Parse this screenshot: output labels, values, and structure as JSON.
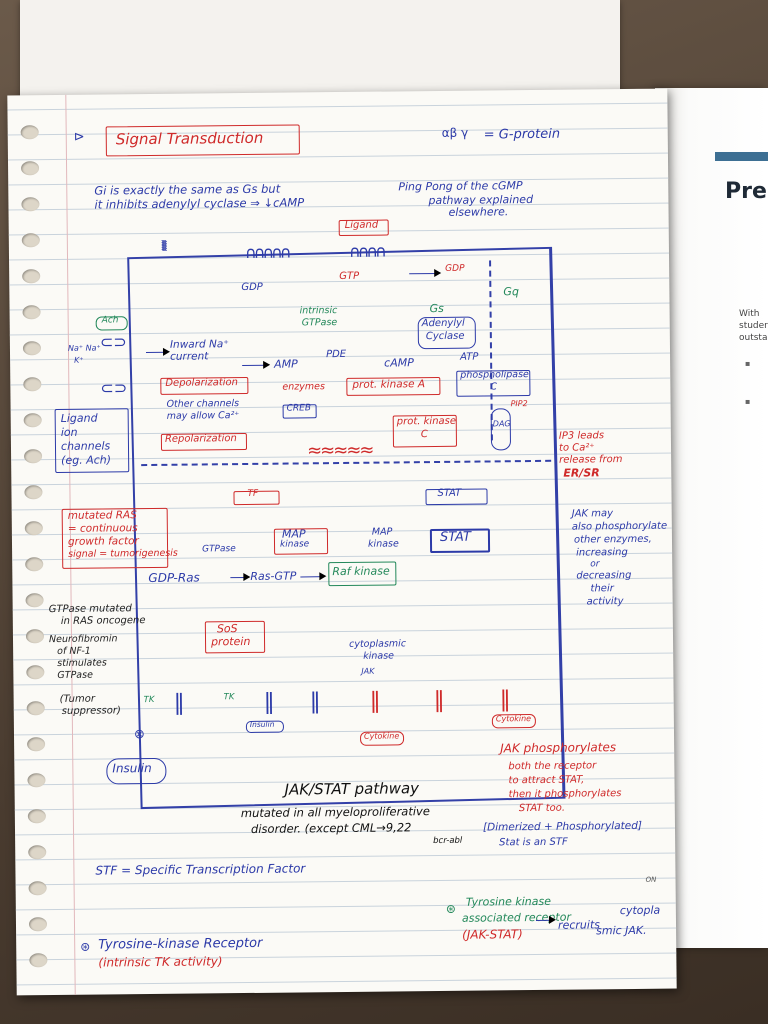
{
  "colors": {
    "red_ink": "#cf2a2a",
    "blue_ink": "#2c3aa8",
    "green_ink": "#23885a",
    "paper": "#fbfaf6",
    "right_bar": "#3d6f93"
  },
  "right_page": {
    "heading": "Pre",
    "line1": "With",
    "line2": "studer",
    "line3": "outsta"
  },
  "notes": {
    "title": "Signal Transduction",
    "g_protein": "= G-protein",
    "gi_line1": "Gi is exactly the same as Gs but",
    "gi_line2": "it inhibits adenylyl cyclase ⇒ ↓cAMP",
    "pingpong_line1": "Ping Pong of the cGMP",
    "pingpong_line2": "pathway explained",
    "pingpong_line3": "elsewhere.",
    "ligand": "Ligand",
    "gdp": "GDP",
    "gtp": "GTP",
    "gdp2": "GDP",
    "intrinsic_line1": "intrinsic",
    "intrinsic_line2": "GTPase",
    "gs": "Gs",
    "gq": "Gq",
    "ach": "Ach",
    "na_k_line1": "Na⁺ Na⁺",
    "na_k_line2": "K⁺",
    "inward_line1": "Inward Na⁺",
    "inward_line2": "current",
    "adenylyl_line1": "Adenylyl",
    "adenylyl_line2": "Cyclase",
    "amp": "AMP",
    "pde": "PDE",
    "camp": "cAMP",
    "atp": "ATP",
    "depolarization": "Depolarization",
    "other_channels_line1": "Other channels",
    "other_channels_line2": "may allow Ca²⁺",
    "enzymes": "enzymes",
    "pka": "prot. kinase A",
    "phospholipase_line1": "phospholipase",
    "phospholipase_line2": "C",
    "ligand_ion_line1": "Ligand",
    "ligand_ion_line2": "ion",
    "ligand_ion_line3": "channels",
    "ligand_ion_line4": "(eg. Ach)",
    "creb": "CREB",
    "repolarization": "Repolarization",
    "pkc_line1": "prot. kinase",
    "pkc_line2": "C",
    "dag": "DAG",
    "pip2": "PIP2",
    "ip3_line1": "IP3 leads",
    "ip3_line2": "to Ca²⁺",
    "ip3_line3": "release from",
    "ip3_line4": "ER/SR",
    "stat_top": "STAT",
    "stat_mid": "STAT",
    "jak_may_line1": "JAK may",
    "jak_may_line2": "also phosphorylate",
    "jak_may_line3": "other enzymes,",
    "jak_may_line4": "increasing",
    "jak_may_line5": "or",
    "jak_may_line6": "decreasing",
    "jak_may_line7": "their",
    "jak_may_line8": "activity",
    "mutated_ras_line1": "mutated RAS",
    "mutated_ras_line2": "= continuous",
    "mutated_ras_line3": "growth factor",
    "mutated_ras_line4": "signal = tumorigenesis",
    "tf": "TF",
    "map_kinase_line1": "MAP",
    "map_kinase_line2": "kinase",
    "map_kinase2_line1": "MAP",
    "map_kinase2_line2": "kinase",
    "gtpase": "GTPase",
    "gdp_ras": "GDP-Ras",
    "ras_gtp": "Ras-GTP",
    "raf_kinase": "Raf kinase",
    "gtpase_mutated_line1": "GTPase mutated",
    "gtpase_mutated_line2": "in RAS oncogene",
    "neurofibromin_line1": "Neurofibromin",
    "neurofibromin_line2": "of NF-1",
    "neurofibromin_line3": "stimulates",
    "neurofibromin_line4": "GTPase",
    "tumor_line1": "(Tumor",
    "tumor_line2": "suppressor)",
    "sos_line1": "SoS",
    "sos_line2": "protein",
    "cytoplasmic_line1": "cytoplasmic",
    "cytoplasmic_line2": "kinase",
    "jak": "JAK",
    "tk1": "TK",
    "tk2": "TK",
    "insulin_small": "Insulin",
    "cytokine_small": "Cytokine",
    "cytokine_right": "Cytokine",
    "insulin": "Insulin",
    "jak_stat": "JAK/STAT pathway",
    "mutated_line1": "mutated in all myeloproliferative",
    "mutated_line2": "disorder. (except CML→9,22",
    "bcr_abl": "bcr-abl",
    "jak_phos": "JAK phosphorylates",
    "both_line1": "both the receptor",
    "both_line2": "to attract STAT,",
    "both_line3": "then it phosphorylates",
    "both_line4": "STAT too.",
    "dimer_line1": "[Dimerized + Phosphorylated]",
    "dimer_line2": "Stat is an STF",
    "stf": "STF = Specific Transcription Factor",
    "tyr_kinase_rec_line1": "Tyrosine-kinase Receptor",
    "tyr_kinase_rec_line2": "(intrinsic TK activity)",
    "tyr_assoc_line1": "Tyrosine kinase",
    "tyr_assoc_line2": "associated receptor",
    "tyr_assoc_line3": "(JAK-STAT)",
    "recruits_line1": "recruits",
    "recruits_line2": "cytopla",
    "recruits_line3": "smic JAK.",
    "on_label": "ON"
  }
}
